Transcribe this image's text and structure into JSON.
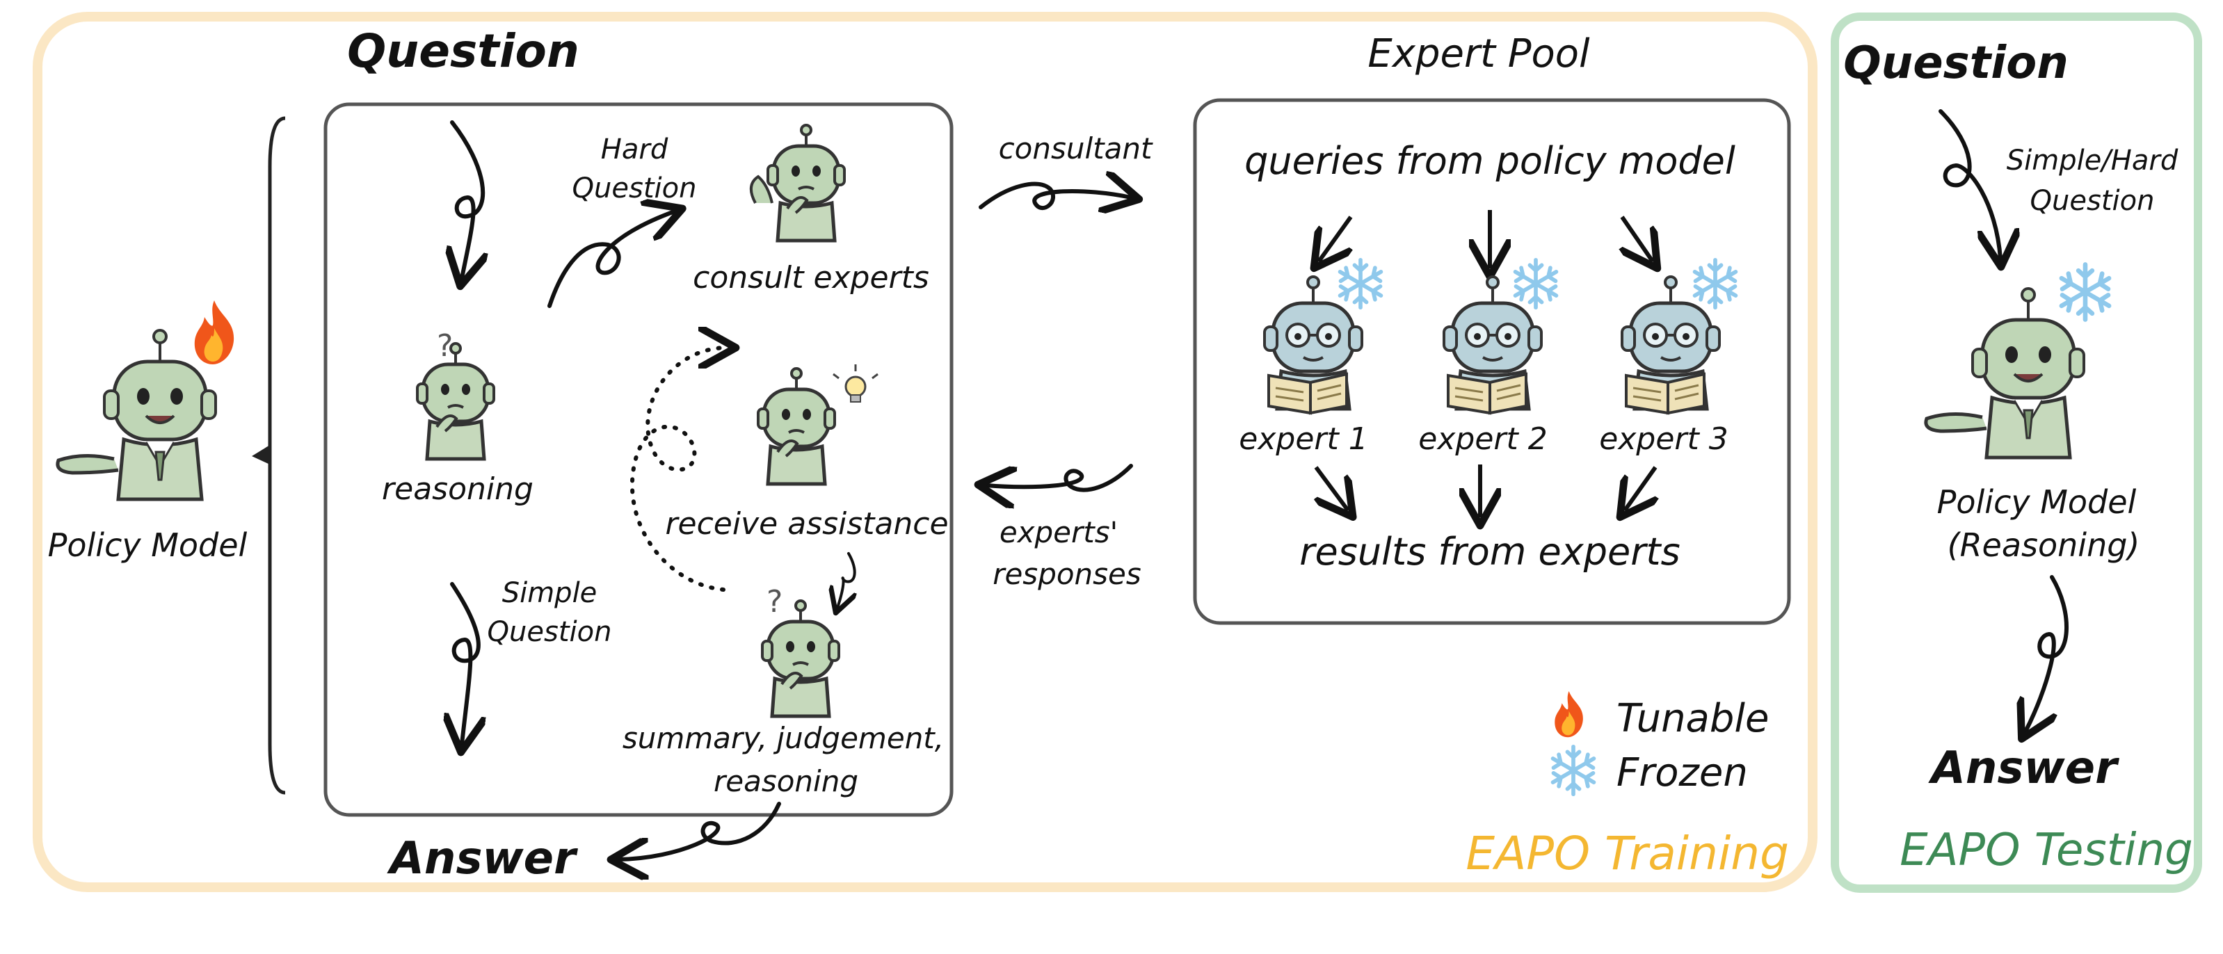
{
  "training": {
    "question_label": "Question",
    "policy_model_label": "Policy Model",
    "hard_question_label": "Hard Question",
    "consult_experts_label": "consult experts",
    "reasoning_label": "reasoning",
    "receive_assistance_label": "receive assistance",
    "simple_question_label": "Simple Question",
    "summary_label_line1": "summary, judgement,",
    "summary_label_line2": "reasoning",
    "answer_label": "Answer",
    "consultant_label": "consultant",
    "experts_responses_line1": "experts'",
    "experts_responses_line2": "responses",
    "expert_pool": {
      "title": "Expert Pool",
      "queries_label": "queries from policy model",
      "experts": [
        "expert 1",
        "expert 2",
        "expert 3"
      ],
      "results_label": "results from experts"
    },
    "legend": {
      "tunable_label": "Tunable",
      "frozen_label": "Frozen"
    },
    "panel_title": "EAPO Training"
  },
  "testing": {
    "question_label": "Question",
    "simple_hard_line1": "Simple/Hard",
    "simple_hard_line2": "Question",
    "policy_model_line1": "Policy Model",
    "policy_model_line2": "(Reasoning)",
    "answer_label": "Answer",
    "panel_title": "EAPO Testing"
  },
  "icons": {
    "tunable": "fire-icon",
    "frozen": "snowflake-icon",
    "policy_robot": "robot-icon",
    "expert_robot": "expert-robot-icon",
    "idea": "lightbulb-icon",
    "thinking": "question-mark-icon"
  },
  "colors": {
    "training_border": "#fbe7c4",
    "training_title": "#f4b731",
    "testing_border": "#bfe1c6",
    "testing_title": "#3d8a55",
    "policy_robot_fill": "#bfd6b6",
    "expert_robot_fill": "#b9d2da",
    "book_fill": "#efe2b8",
    "box_stroke": "#555555",
    "fire": "#f0561a",
    "snowflake": "#8fc9ec"
  }
}
